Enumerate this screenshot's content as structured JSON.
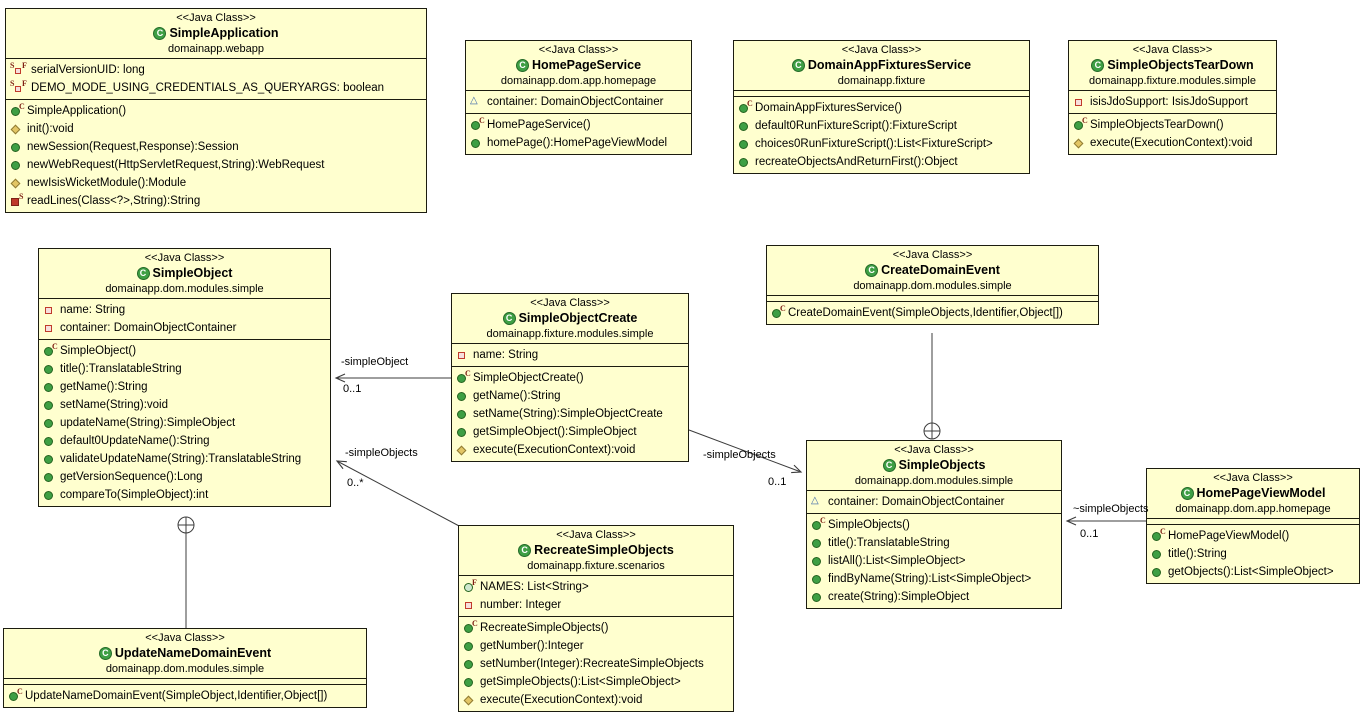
{
  "diagram": {
    "stereotype": "<<Java Class>>",
    "classes": [
      {
        "id": "SimpleApplication",
        "name": "SimpleApplication",
        "package": "domainapp.webapp",
        "fields": [
          {
            "icon": "static-final-field",
            "label": "serialVersionUID: long"
          },
          {
            "icon": "static-final-field",
            "label": "DEMO_MODE_USING_CREDENTIALS_AS_QUERYARGS: boolean"
          }
        ],
        "methods": [
          {
            "icon": "constructor",
            "label": "SimpleApplication()"
          },
          {
            "icon": "protected-method",
            "label": "init():void"
          },
          {
            "icon": "public-method",
            "label": "newSession(Request,Response):Session"
          },
          {
            "icon": "public-method",
            "label": "newWebRequest(HttpServletRequest,String):WebRequest"
          },
          {
            "icon": "protected-method",
            "label": "newIsisWicketModule():Module"
          },
          {
            "icon": "private-static-method",
            "label": "readLines(Class<?>,String):String"
          }
        ]
      },
      {
        "id": "HomePageService",
        "name": "HomePageService",
        "package": "domainapp.dom.app.homepage",
        "fields": [
          {
            "icon": "package-field",
            "label": "container: DomainObjectContainer"
          }
        ],
        "methods": [
          {
            "icon": "constructor",
            "label": "HomePageService()"
          },
          {
            "icon": "public-method",
            "label": "homePage():HomePageViewModel"
          }
        ]
      },
      {
        "id": "DomainAppFixturesService",
        "name": "DomainAppFixturesService",
        "package": "domainapp.fixture",
        "fields": [],
        "methods": [
          {
            "icon": "constructor",
            "label": "DomainAppFixturesService()"
          },
          {
            "icon": "public-method",
            "label": "default0RunFixtureScript():FixtureScript"
          },
          {
            "icon": "public-method",
            "label": "choices0RunFixtureScript():List<FixtureScript>"
          },
          {
            "icon": "public-method",
            "label": "recreateObjectsAndReturnFirst():Object"
          }
        ]
      },
      {
        "id": "SimpleObjectsTearDown",
        "name": "SimpleObjectsTearDown",
        "package": "domainapp.fixture.modules.simple",
        "fields": [
          {
            "icon": "private-field",
            "label": "isisJdoSupport: IsisJdoSupport"
          }
        ],
        "methods": [
          {
            "icon": "constructor",
            "label": "SimpleObjectsTearDown()"
          },
          {
            "icon": "protected-method",
            "label": "execute(ExecutionContext):void"
          }
        ]
      },
      {
        "id": "SimpleObject",
        "name": "SimpleObject",
        "package": "domainapp.dom.modules.simple",
        "fields": [
          {
            "icon": "private-field",
            "label": "name: String"
          },
          {
            "icon": "private-field",
            "label": "container: DomainObjectContainer"
          }
        ],
        "methods": [
          {
            "icon": "constructor",
            "label": "SimpleObject()"
          },
          {
            "icon": "public-method",
            "label": "title():TranslatableString"
          },
          {
            "icon": "public-method",
            "label": "getName():String"
          },
          {
            "icon": "public-method",
            "label": "setName(String):void"
          },
          {
            "icon": "public-method",
            "label": "updateName(String):SimpleObject"
          },
          {
            "icon": "public-method",
            "label": "default0UpdateName():String"
          },
          {
            "icon": "public-method",
            "label": "validateUpdateName(String):TranslatableString"
          },
          {
            "icon": "public-method",
            "label": "getVersionSequence():Long"
          },
          {
            "icon": "public-method",
            "label": "compareTo(SimpleObject):int"
          }
        ]
      },
      {
        "id": "SimpleObjectCreate",
        "name": "SimpleObjectCreate",
        "package": "domainapp.fixture.modules.simple",
        "fields": [
          {
            "icon": "private-field",
            "label": "name: String"
          }
        ],
        "methods": [
          {
            "icon": "constructor",
            "label": "SimpleObjectCreate()"
          },
          {
            "icon": "public-method",
            "label": "getName():String"
          },
          {
            "icon": "public-method",
            "label": "setName(String):SimpleObjectCreate"
          },
          {
            "icon": "public-method",
            "label": "getSimpleObject():SimpleObject"
          },
          {
            "icon": "protected-method",
            "label": "execute(ExecutionContext):void"
          }
        ]
      },
      {
        "id": "CreateDomainEvent",
        "name": "CreateDomainEvent",
        "package": "domainapp.dom.modules.simple",
        "fields": [],
        "methods": [
          {
            "icon": "constructor",
            "label": "CreateDomainEvent(SimpleObjects,Identifier,Object[])"
          }
        ]
      },
      {
        "id": "SimpleObjects",
        "name": "SimpleObjects",
        "package": "domainapp.dom.modules.simple",
        "fields": [
          {
            "icon": "package-field",
            "label": "container: DomainObjectContainer"
          }
        ],
        "methods": [
          {
            "icon": "constructor",
            "label": "SimpleObjects()"
          },
          {
            "icon": "public-method",
            "label": "title():TranslatableString"
          },
          {
            "icon": "public-method",
            "label": "listAll():List<SimpleObject>"
          },
          {
            "icon": "public-method",
            "label": "findByName(String):List<SimpleObject>"
          },
          {
            "icon": "public-method",
            "label": "create(String):SimpleObject"
          }
        ]
      },
      {
        "id": "HomePageViewModel",
        "name": "HomePageViewModel",
        "package": "domainapp.dom.app.homepage",
        "fields": [],
        "methods": [
          {
            "icon": "constructor",
            "label": "HomePageViewModel()"
          },
          {
            "icon": "public-method",
            "label": "title():String"
          },
          {
            "icon": "public-method",
            "label": "getObjects():List<SimpleObject>"
          }
        ]
      },
      {
        "id": "RecreateSimpleObjects",
        "name": "RecreateSimpleObjects",
        "package": "domainapp.fixture.scenarios",
        "fields": [
          {
            "icon": "public-final-field",
            "label": "NAMES: List<String>"
          },
          {
            "icon": "private-field",
            "label": "number: Integer"
          }
        ],
        "methods": [
          {
            "icon": "constructor",
            "label": "RecreateSimpleObjects()"
          },
          {
            "icon": "public-method",
            "label": "getNumber():Integer"
          },
          {
            "icon": "public-method",
            "label": "setNumber(Integer):RecreateSimpleObjects"
          },
          {
            "icon": "public-method",
            "label": "getSimpleObjects():List<SimpleObject>"
          },
          {
            "icon": "protected-method",
            "label": "execute(ExecutionContext):void"
          }
        ]
      },
      {
        "id": "UpdateNameDomainEvent",
        "name": "UpdateNameDomainEvent",
        "package": "domainapp.dom.modules.simple",
        "fields": [],
        "methods": [
          {
            "icon": "constructor",
            "label": "UpdateNameDomainEvent(SimpleObject,Identifier,Object[])"
          }
        ]
      }
    ],
    "connectors": [
      {
        "name": "simpleObject-association",
        "type": "association",
        "label": "-simpleObject",
        "multiplicity": "0..1"
      },
      {
        "name": "recreate-simpleObjects-association",
        "type": "association",
        "label": "-simpleObjects",
        "multiplicity": "0..*"
      },
      {
        "name": "create-simpleObjects-association",
        "type": "association",
        "label": "-simpleObjects",
        "multiplicity": "0..1"
      },
      {
        "name": "homepage-simpleObjects-association",
        "type": "association",
        "label": "~simpleObjects",
        "multiplicity": "0..1"
      },
      {
        "name": "createDomainEvent-nesting",
        "type": "nesting",
        "label": "",
        "multiplicity": ""
      },
      {
        "name": "updateNameDomainEvent-nesting",
        "type": "nesting",
        "label": "",
        "multiplicity": ""
      }
    ],
    "class_icon_letter": "C"
  }
}
